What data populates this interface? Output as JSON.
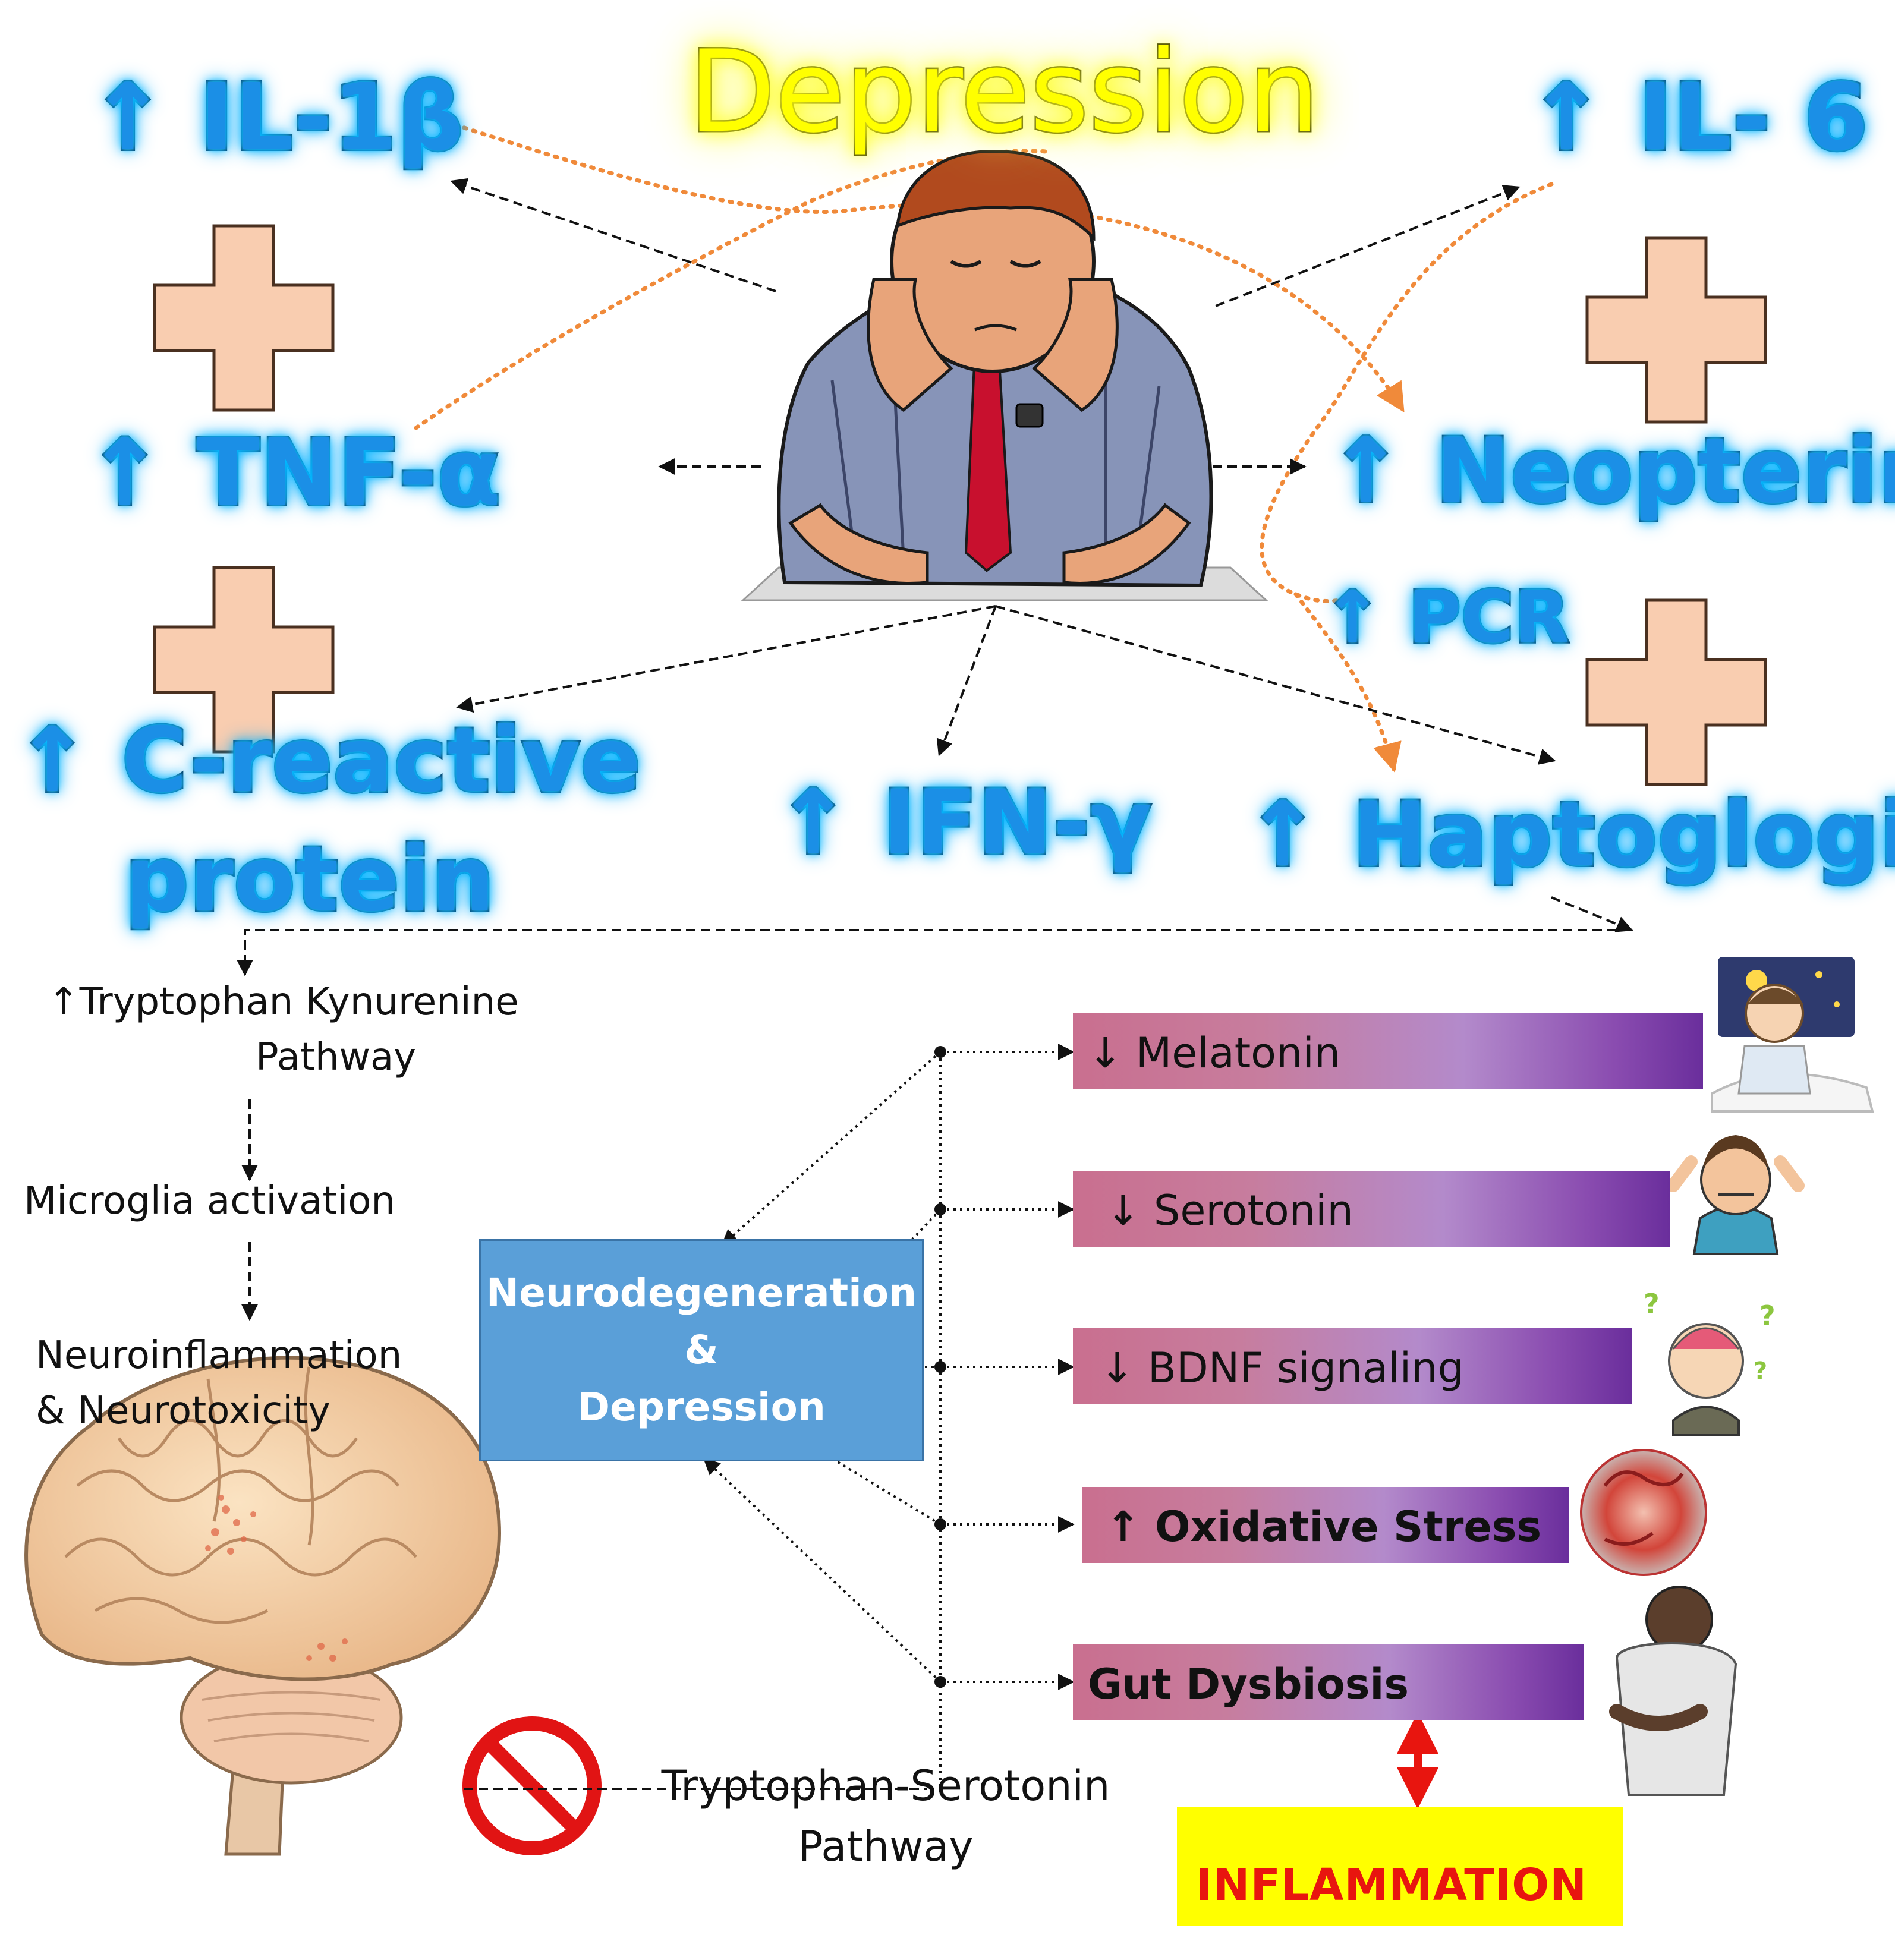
{
  "title": "Depression",
  "cytokines": {
    "il1b": "↑ IL-1β",
    "il6": "↑ IL- 6",
    "tnfa": "↑ TNF-α",
    "neopterin": "↑ Neopterin",
    "pcr": "↑ PCR",
    "crp_line1": "↑ C-reactive",
    "crp_line2": "protein",
    "ifng": "↑ IFN-γ",
    "haptoglobin": "↑ Haptoglogin"
  },
  "pathway": {
    "kynurenine_line1": "↑Tryptophan Kynurenine",
    "kynurenine_line2": "Pathway",
    "microglia": "Microglia activation",
    "neuroinflammation_line1": "Neuroinflammation",
    "neuroinflammation_line2": "& Neurotoxicity",
    "serotonin_pathway_line1": "Tryptophan-Serotonin",
    "serotonin_pathway_line2": "Pathway"
  },
  "center_box": {
    "line1": "Neurodegeneration",
    "line2": "&",
    "line3": "Depression"
  },
  "effects": [
    {
      "label": "↓ Melatonin",
      "icon": "sleepless-person-icon"
    },
    {
      "label": "↓ Serotonin",
      "icon": "stressed-person-icon"
    },
    {
      "label": "↓  BDNF signaling",
      "icon": "confused-elderly-icon"
    },
    {
      "label": "↑ Oxidative Stress",
      "icon": "damaged-cell-icon"
    },
    {
      "label": "Gut Dysbiosis",
      "icon": "stomach-ache-person-icon"
    }
  ],
  "inflammation": "INFLAMMATION",
  "colors": {
    "title_glow": "#ffff00",
    "cytokine_blue": "#1b8fe6",
    "plus_fill": "#f9cdb0",
    "orange_dotted": "#f08a3a",
    "box_blue": "#5a9fd8",
    "inflammation_red": "#e8150f",
    "inflammation_bg": "#ffff00"
  }
}
